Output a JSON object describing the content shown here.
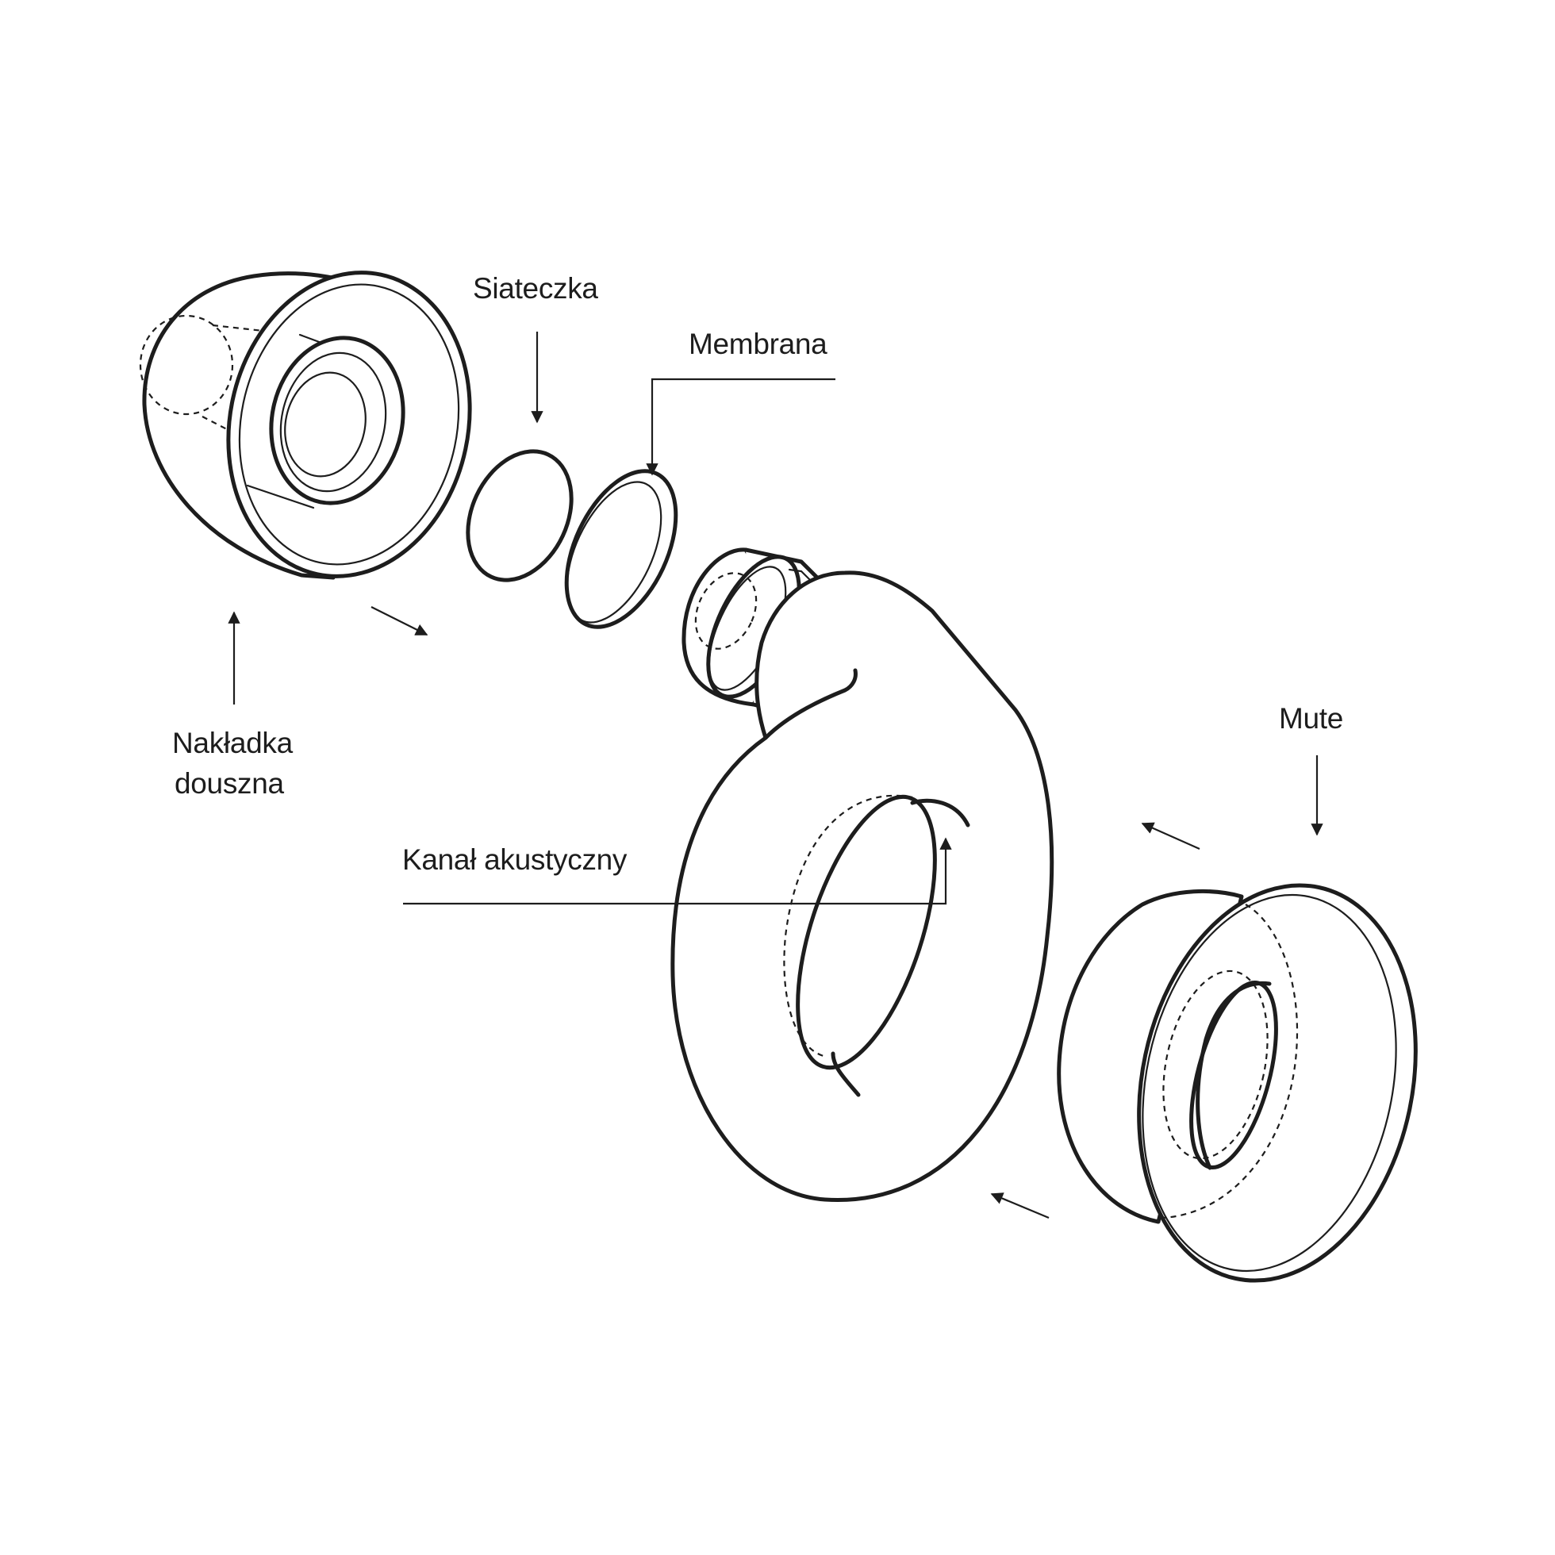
{
  "labels": {
    "ear_tip_line1": "Nakładka",
    "ear_tip_line2": "douszna",
    "mesh": "Siateczka",
    "membrane": "Membrana",
    "acoustic_channel": "Kanał akustyczny",
    "mute": "Mute"
  },
  "colors": {
    "ink": "#1d1d1d",
    "background": "#ffffff"
  }
}
